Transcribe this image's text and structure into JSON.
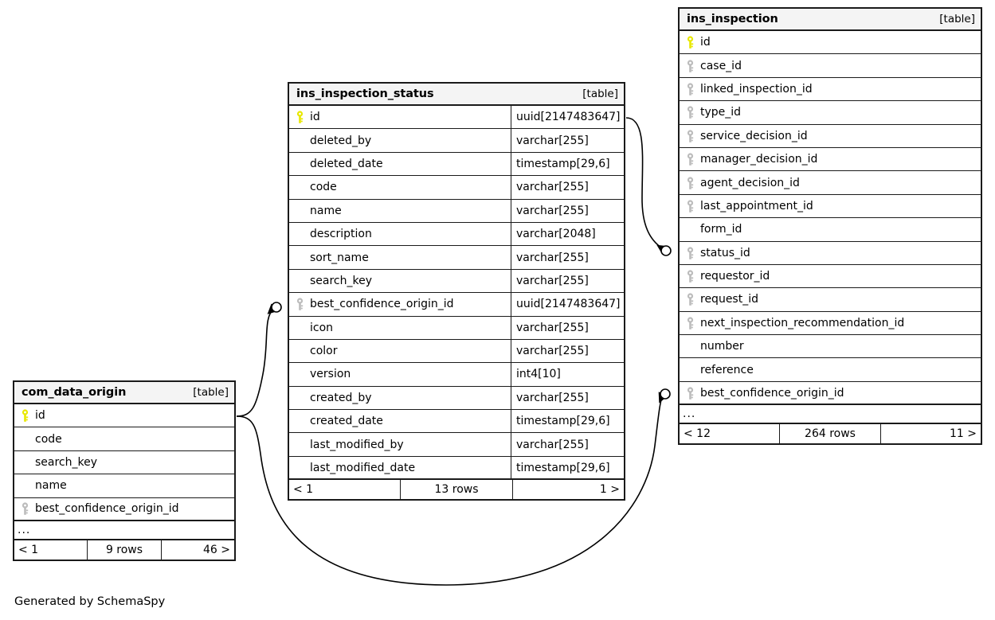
{
  "diagram": {
    "footer_text": "Generated by SchemaSpy",
    "table_tag": "[table]",
    "ellipsis": "...",
    "colors": {
      "primary_key": "#e8e800",
      "foreign_key": "#bcbcbc",
      "header_bg": "#f4f4f4",
      "border": "#1a1a1a",
      "background": "#ffffff"
    }
  },
  "tables": [
    {
      "id": "ins_inspection_status",
      "name": "ins_inspection_status",
      "tag": "[table]",
      "columns": [
        {
          "name": "id",
          "type": "uuid[2147483647]",
          "key": "primary"
        },
        {
          "name": "deleted_by",
          "type": "varchar[255]",
          "key": "none"
        },
        {
          "name": "deleted_date",
          "type": "timestamp[29,6]",
          "key": "none"
        },
        {
          "name": "code",
          "type": "varchar[255]",
          "key": "none"
        },
        {
          "name": "name",
          "type": "varchar[255]",
          "key": "none"
        },
        {
          "name": "description",
          "type": "varchar[2048]",
          "key": "none"
        },
        {
          "name": "sort_name",
          "type": "varchar[255]",
          "key": "none"
        },
        {
          "name": "search_key",
          "type": "varchar[255]",
          "key": "none"
        },
        {
          "name": "best_confidence_origin_id",
          "type": "uuid[2147483647]",
          "key": "foreign"
        },
        {
          "name": "icon",
          "type": "varchar[255]",
          "key": "none"
        },
        {
          "name": "color",
          "type": "varchar[255]",
          "key": "none"
        },
        {
          "name": "version",
          "type": "int4[10]",
          "key": "none"
        },
        {
          "name": "created_by",
          "type": "varchar[255]",
          "key": "none"
        },
        {
          "name": "created_date",
          "type": "timestamp[29,6]",
          "key": "none"
        },
        {
          "name": "last_modified_by",
          "type": "varchar[255]",
          "key": "none"
        },
        {
          "name": "last_modified_date",
          "type": "timestamp[29,6]",
          "key": "none"
        }
      ],
      "has_ellipsis": false,
      "footer": {
        "prev": "< 1",
        "rows": "13 rows",
        "next": "1 >"
      }
    },
    {
      "id": "ins_inspection",
      "name": "ins_inspection",
      "tag": "[table]",
      "columns": [
        {
          "name": "id",
          "key": "primary"
        },
        {
          "name": "case_id",
          "key": "foreign"
        },
        {
          "name": "linked_inspection_id",
          "key": "foreign"
        },
        {
          "name": "type_id",
          "key": "foreign"
        },
        {
          "name": "service_decision_id",
          "key": "foreign"
        },
        {
          "name": "manager_decision_id",
          "key": "foreign"
        },
        {
          "name": "agent_decision_id",
          "key": "foreign"
        },
        {
          "name": "last_appointment_id",
          "key": "foreign"
        },
        {
          "name": "form_id",
          "key": "none"
        },
        {
          "name": "status_id",
          "key": "foreign"
        },
        {
          "name": "requestor_id",
          "key": "foreign"
        },
        {
          "name": "request_id",
          "key": "foreign"
        },
        {
          "name": "next_inspection_recommendation_id",
          "key": "foreign"
        },
        {
          "name": "number",
          "key": "none"
        },
        {
          "name": "reference",
          "key": "none"
        },
        {
          "name": "best_confidence_origin_id",
          "key": "foreign"
        }
      ],
      "has_ellipsis": true,
      "footer": {
        "prev": "< 12",
        "rows": "264 rows",
        "next": "11 >"
      }
    },
    {
      "id": "com_data_origin",
      "name": "com_data_origin",
      "tag": "[table]",
      "columns": [
        {
          "name": "id",
          "key": "primary"
        },
        {
          "name": "code",
          "key": "none"
        },
        {
          "name": "search_key",
          "key": "none"
        },
        {
          "name": "name",
          "key": "none"
        },
        {
          "name": "best_confidence_origin_id",
          "key": "foreign"
        }
      ],
      "has_ellipsis": true,
      "footer": {
        "prev": "< 1",
        "rows": "9 rows",
        "next": "46 >"
      }
    }
  ],
  "relationships": [
    {
      "from_table": "ins_inspection_status",
      "from_column": "id",
      "to_table": "ins_inspection",
      "to_column": "status_id"
    },
    {
      "from_table": "com_data_origin",
      "from_column": "id",
      "to_table": "ins_inspection_status",
      "to_column": "best_confidence_origin_id"
    },
    {
      "from_table": "com_data_origin",
      "from_column": "id",
      "to_table": "ins_inspection",
      "to_column": "best_confidence_origin_id"
    }
  ]
}
